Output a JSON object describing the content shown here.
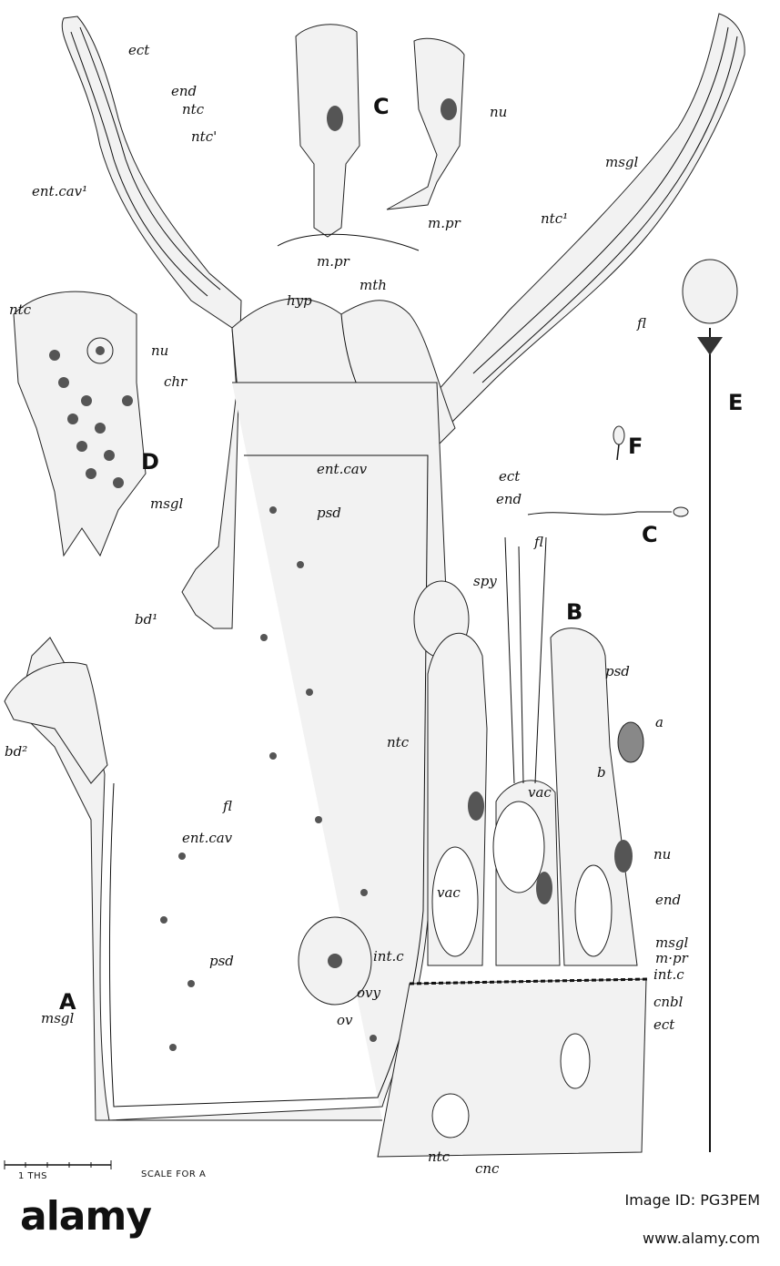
{
  "figure": {
    "panels": {
      "A": "A",
      "B": "B",
      "C_top": "C",
      "C_small": "C",
      "D": "D",
      "E": "E",
      "F": "F"
    },
    "labels": {
      "ect_top": "ect",
      "end_top": "end",
      "ntc_top": "ntc",
      "ntc_prime": "ntc'",
      "ent_cav1": "ent.cav¹",
      "m_pr_1": "m.pr",
      "m_pr_2": "m.pr",
      "nu_c": "nu",
      "msgl_right": "msgl",
      "ntc1_right": "ntc¹",
      "hyp": "hyp",
      "mth": "mth",
      "fl_right": "fl",
      "ntc_d": "ntc",
      "nu_d": "nu",
      "chr": "chr",
      "ent_cav_mid": "ent.cav",
      "ect_mid": "ect",
      "end_mid": "end",
      "msgl_left": "msgl",
      "psd_mid": "psd",
      "spy": "spy",
      "fl_b": "fl",
      "bd1": "bd¹",
      "psd_b": "psd",
      "a": "a",
      "b": "b",
      "bd2": "bd²",
      "ntc_mid": "ntc",
      "vac_1": "vac",
      "nu_b": "nu",
      "fl_a": "fl",
      "ent_cav_low": "ent.cav",
      "vac_2": "vac",
      "end_b": "end",
      "msgl_b": "msgl",
      "m_pr_b": "m·pr",
      "int_c_left": "int.c",
      "int_c_right": "int.c",
      "psd_low": "psd",
      "cnbl": "cnbl",
      "msgl_low": "msgl",
      "ov": "ov",
      "ovy": "ovy",
      "ect_b": "ect",
      "ntc_b": "ntc",
      "cnc": "cnc"
    },
    "scale_unit": "1 THS",
    "scale_caption": "SCALE FOR A"
  },
  "watermark": {
    "brand": "alamy",
    "image_id": "Image ID: PG3PEM",
    "url": "www.alamy.com"
  }
}
